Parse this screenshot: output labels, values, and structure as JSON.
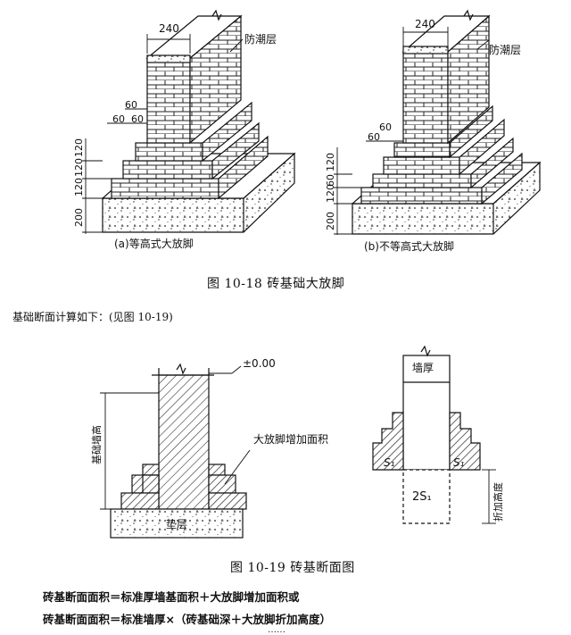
{
  "figure_10_18": {
    "title": "图 10-18    砖基础大放脚",
    "left": {
      "caption": "(a)等高式大放脚",
      "top_dim": "240",
      "label": "防潮层",
      "step_dims": [
        "60",
        "60",
        "60"
      ],
      "height_dims": [
        "120",
        "120",
        "120",
        "200"
      ]
    },
    "right": {
      "caption": "(b)不等高式大放脚",
      "top_dim": "240",
      "label": "防潮层",
      "step_dims": [
        "60",
        "60"
      ],
      "height_dims": [
        "120",
        "60",
        "120",
        "200"
      ]
    }
  },
  "intro_text": "基础断面计算如下：(见图 10-19)",
  "figure_10_19": {
    "title": "图 10-19    砖基断面图",
    "left": {
      "elevation": "±0.00",
      "height_label": "基础墙高",
      "callout": "大放脚增加面积",
      "cushion": "垫层"
    },
    "right": {
      "wall_label": "墙厚",
      "s1_left": "S₁",
      "s1_right": "S₁",
      "area_label": "2S₁",
      "height_label": "折加高度"
    }
  },
  "formulas": [
    "砖基断面面积＝标准厚墙基面积＋大放脚增加面积或",
    "砖基断面面积＝标准墙厚×（砖基础深＋大放脚折加高度）"
  ],
  "cut_off_text": "……"
}
